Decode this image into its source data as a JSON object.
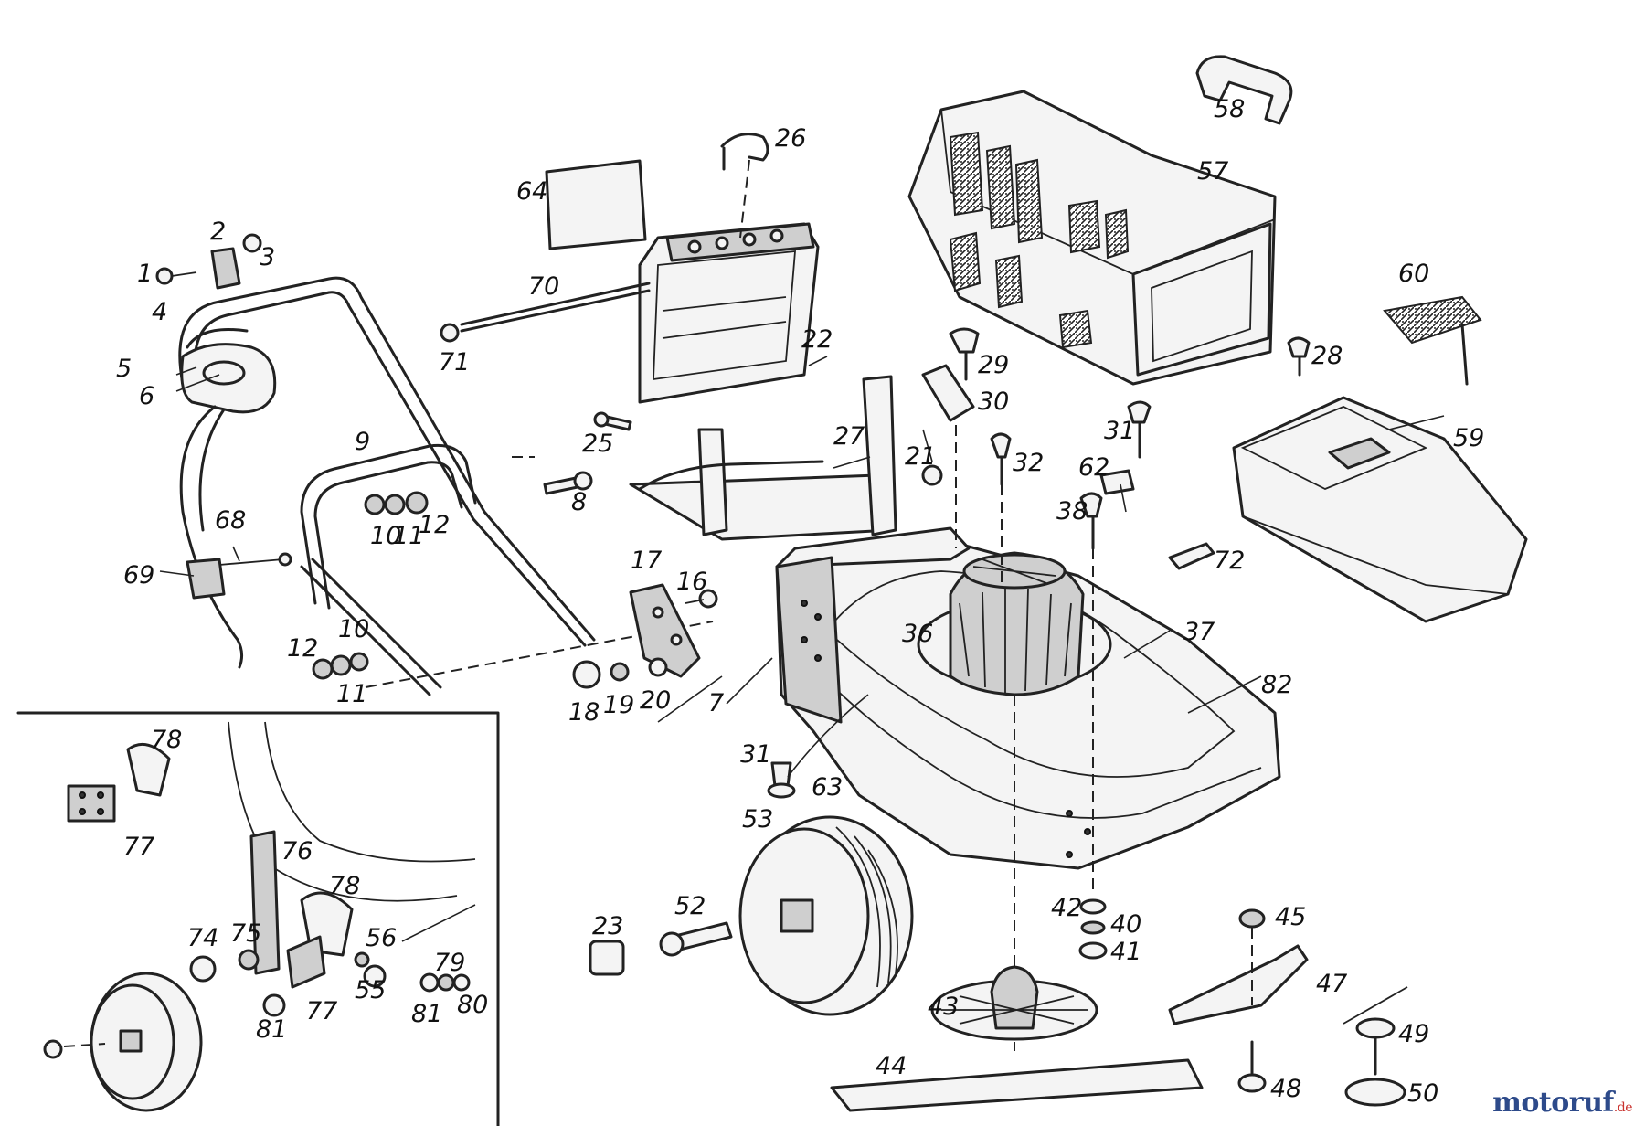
{
  "diagram": {
    "labels": [
      {
        "id": "1",
        "text": "1"
      },
      {
        "id": "2",
        "text": "2"
      },
      {
        "id": "3",
        "text": "3"
      },
      {
        "id": "4",
        "text": "4"
      },
      {
        "id": "5",
        "text": "5"
      },
      {
        "id": "6",
        "text": "6"
      },
      {
        "id": "7",
        "text": "7"
      },
      {
        "id": "8",
        "text": "8"
      },
      {
        "id": "9",
        "text": "9"
      },
      {
        "id": "10a",
        "text": "10"
      },
      {
        "id": "11a",
        "text": "11"
      },
      {
        "id": "12a",
        "text": "12"
      },
      {
        "id": "10b",
        "text": "10"
      },
      {
        "id": "11b",
        "text": "11"
      },
      {
        "id": "12b",
        "text": "12"
      },
      {
        "id": "16",
        "text": "16"
      },
      {
        "id": "17",
        "text": "17"
      },
      {
        "id": "18",
        "text": "18"
      },
      {
        "id": "19",
        "text": "19"
      },
      {
        "id": "20",
        "text": "20"
      },
      {
        "id": "21",
        "text": "21"
      },
      {
        "id": "22",
        "text": "22"
      },
      {
        "id": "23",
        "text": "23"
      },
      {
        "id": "25",
        "text": "25"
      },
      {
        "id": "26",
        "text": "26"
      },
      {
        "id": "27",
        "text": "27"
      },
      {
        "id": "28",
        "text": "28"
      },
      {
        "id": "29",
        "text": "29"
      },
      {
        "id": "30",
        "text": "30"
      },
      {
        "id": "31a",
        "text": "31"
      },
      {
        "id": "31b",
        "text": "31"
      },
      {
        "id": "32",
        "text": "32"
      },
      {
        "id": "36",
        "text": "36"
      },
      {
        "id": "37",
        "text": "37"
      },
      {
        "id": "38",
        "text": "38"
      },
      {
        "id": "40",
        "text": "40"
      },
      {
        "id": "41",
        "text": "41"
      },
      {
        "id": "42",
        "text": "42"
      },
      {
        "id": "43",
        "text": "43"
      },
      {
        "id": "44",
        "text": "44"
      },
      {
        "id": "45",
        "text": "45"
      },
      {
        "id": "47",
        "text": "47"
      },
      {
        "id": "48",
        "text": "48"
      },
      {
        "id": "49",
        "text": "49"
      },
      {
        "id": "50",
        "text": "50"
      },
      {
        "id": "52",
        "text": "52"
      },
      {
        "id": "53",
        "text": "53"
      },
      {
        "id": "55",
        "text": "55"
      },
      {
        "id": "56",
        "text": "56"
      },
      {
        "id": "57",
        "text": "57"
      },
      {
        "id": "58",
        "text": "58"
      },
      {
        "id": "59",
        "text": "59"
      },
      {
        "id": "60",
        "text": "60"
      },
      {
        "id": "62",
        "text": "62"
      },
      {
        "id": "63",
        "text": "63"
      },
      {
        "id": "64",
        "text": "64"
      },
      {
        "id": "68",
        "text": "68"
      },
      {
        "id": "69",
        "text": "69"
      },
      {
        "id": "70",
        "text": "70"
      },
      {
        "id": "71",
        "text": "71"
      },
      {
        "id": "72",
        "text": "72"
      },
      {
        "id": "74",
        "text": "74"
      },
      {
        "id": "75",
        "text": "75"
      },
      {
        "id": "76",
        "text": "76"
      },
      {
        "id": "77a",
        "text": "77"
      },
      {
        "id": "77b",
        "text": "77"
      },
      {
        "id": "78a",
        "text": "78"
      },
      {
        "id": "78b",
        "text": "78"
      },
      {
        "id": "79",
        "text": "79"
      },
      {
        "id": "80",
        "text": "80"
      },
      {
        "id": "81a",
        "text": "81"
      },
      {
        "id": "81b",
        "text": "81"
      },
      {
        "id": "82",
        "text": "82"
      }
    ]
  },
  "watermark": {
    "brand": "motoruf",
    "suffix": ".de"
  },
  "colors": {
    "line": "#222222",
    "fill": "#f4f4f4",
    "brand_blue": "#2d4a8a",
    "brand_red": "#c9302c"
  }
}
